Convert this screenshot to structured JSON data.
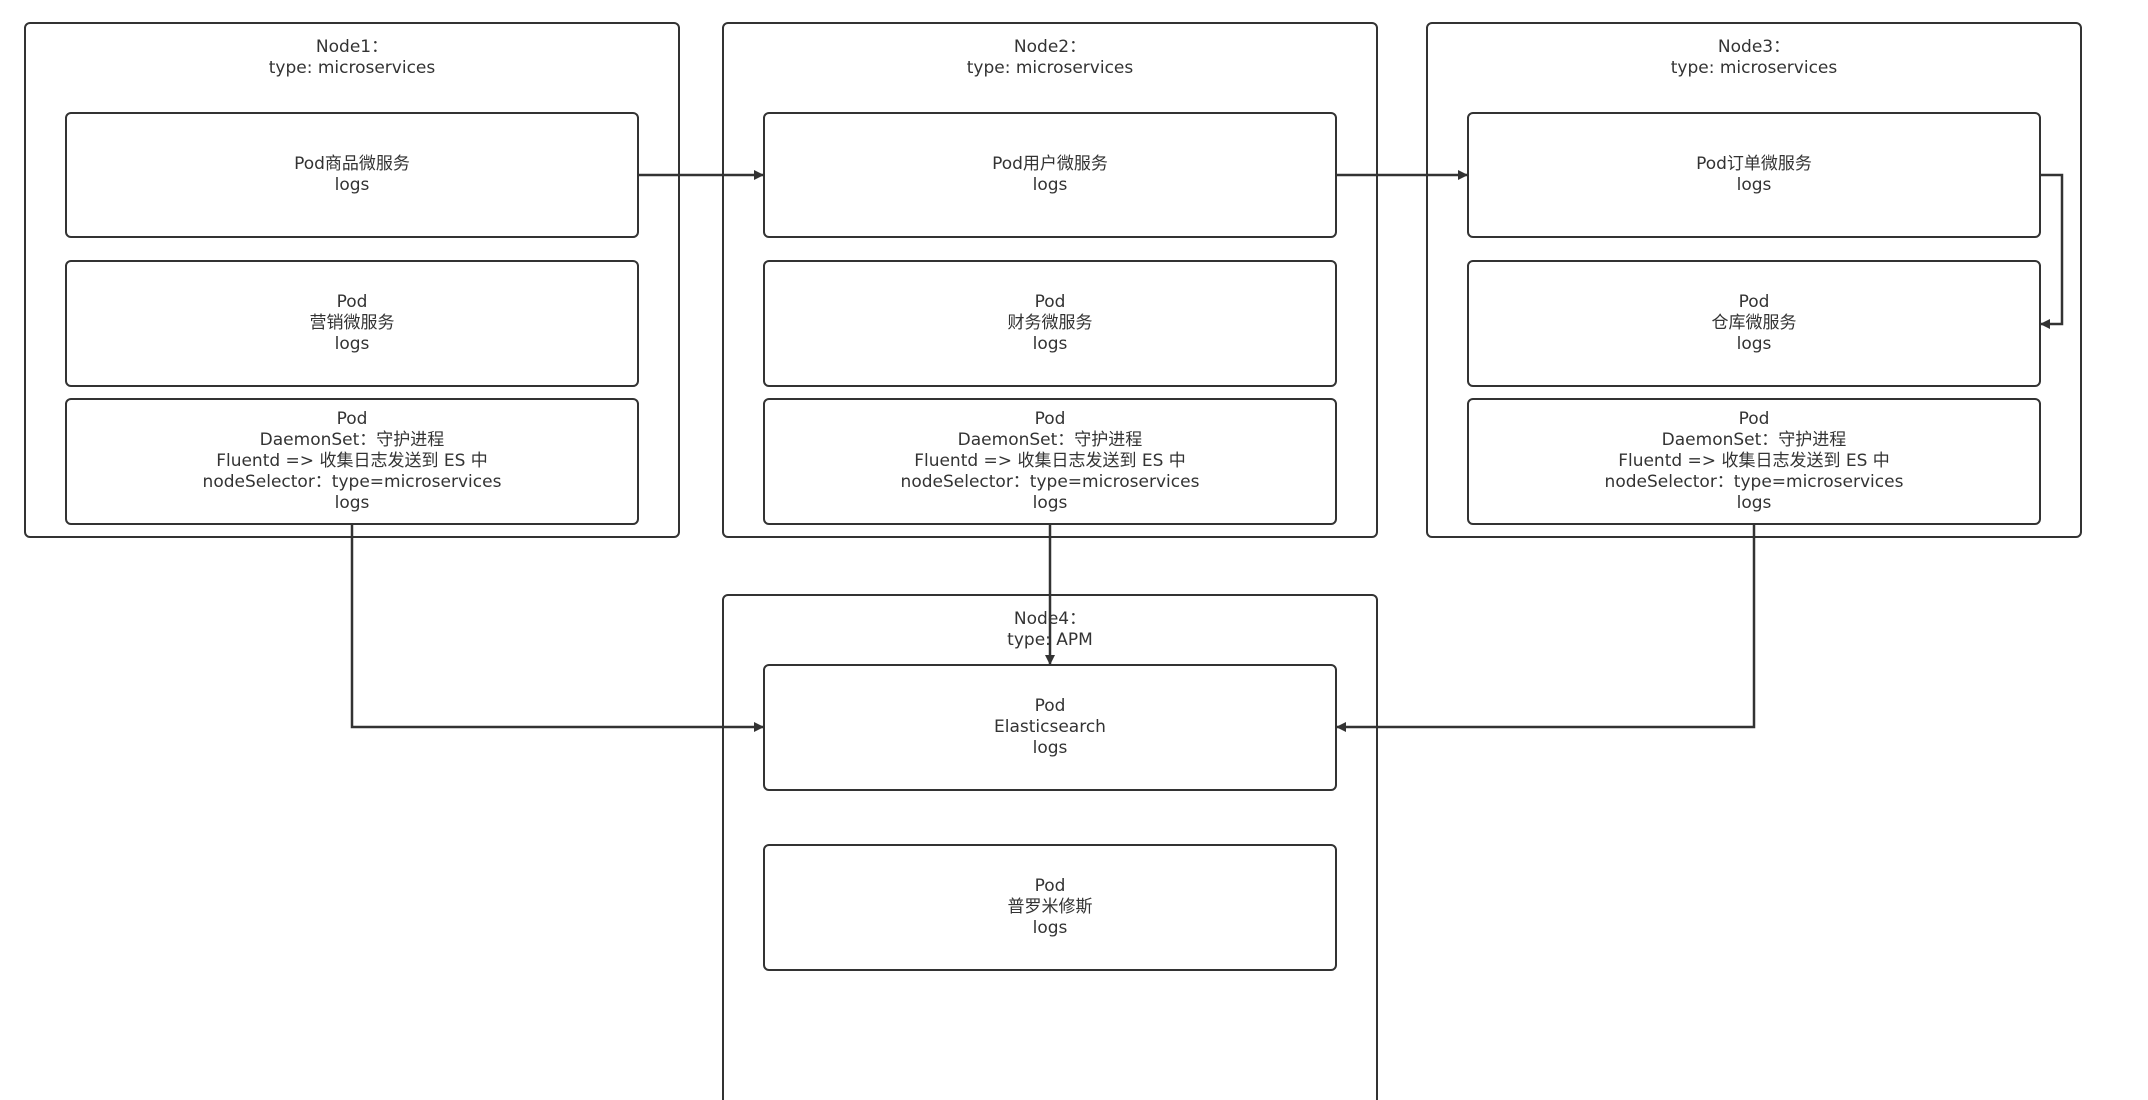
{
  "colors": {
    "stroke": "#333333",
    "text": "#333333",
    "background": "#ffffff"
  },
  "nodes": [
    {
      "id": "node1",
      "name": "Node1：",
      "type": "type: microservices"
    },
    {
      "id": "node2",
      "name": "Node2：",
      "type": "type: microservices"
    },
    {
      "id": "node3",
      "name": "Node3：",
      "type": "type: microservices"
    },
    {
      "id": "node4",
      "name": "Node4：",
      "type": "type: APM"
    }
  ],
  "pods": [
    {
      "id": "n1-goods",
      "node": "node1",
      "lines": [
        "Pod商品微服务",
        "logs"
      ]
    },
    {
      "id": "n1-marketing",
      "node": "node1",
      "lines": [
        "Pod",
        "营销微服务",
        "logs"
      ]
    },
    {
      "id": "n1-daemon",
      "node": "node1",
      "lines": [
        "Pod",
        "DaemonSet：守护进程",
        "Fluentd => 收集日志发送到 ES 中",
        "nodeSelector：type=microservices",
        "logs"
      ]
    },
    {
      "id": "n2-user",
      "node": "node2",
      "lines": [
        "Pod用户微服务",
        "logs"
      ]
    },
    {
      "id": "n2-finance",
      "node": "node2",
      "lines": [
        "Pod",
        "财务微服务",
        "logs"
      ]
    },
    {
      "id": "n2-daemon",
      "node": "node2",
      "lines": [
        "Pod",
        "DaemonSet：守护进程",
        "Fluentd => 收集日志发送到 ES 中",
        "nodeSelector：type=microservices",
        "logs"
      ]
    },
    {
      "id": "n3-order",
      "node": "node3",
      "lines": [
        "Pod订单微服务",
        "logs"
      ]
    },
    {
      "id": "n3-warehouse",
      "node": "node3",
      "lines": [
        "Pod",
        "仓库微服务",
        "logs"
      ]
    },
    {
      "id": "n3-daemon",
      "node": "node3",
      "lines": [
        "Pod",
        "DaemonSet：守护进程",
        "Fluentd => 收集日志发送到 ES 中",
        "nodeSelector：type=microservices",
        "logs"
      ]
    },
    {
      "id": "n4-es",
      "node": "node4",
      "lines": [
        "Pod",
        "Elasticsearch",
        "logs"
      ]
    },
    {
      "id": "n4-prom",
      "node": "node4",
      "lines": [
        "Pod",
        "普罗米修斯",
        "logs"
      ]
    }
  ],
  "edges": [
    {
      "from": "n1-goods",
      "to": "n2-user"
    },
    {
      "from": "n2-user",
      "to": "n3-order"
    },
    {
      "from": "n3-order",
      "to": "n3-warehouse"
    },
    {
      "from": "n1-daemon",
      "to": "n4-es"
    },
    {
      "from": "n2-daemon",
      "to": "n4-es"
    },
    {
      "from": "n3-daemon",
      "to": "n4-es"
    }
  ]
}
